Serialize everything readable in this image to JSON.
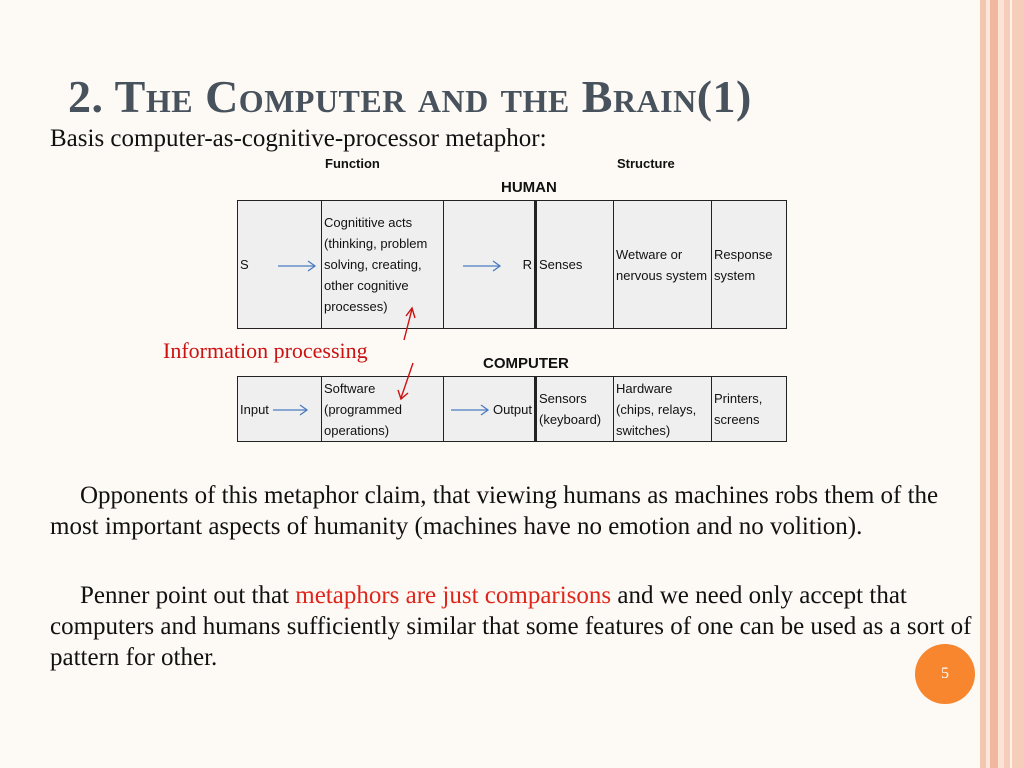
{
  "slide": {
    "title": "2. The Computer and the Brain(1)",
    "intro": "Basis computer-as-cognitive-processor metaphor:",
    "col_function": "Function",
    "col_structure": "Structure",
    "info_processing": "Information processing",
    "page_number": "5"
  },
  "human": {
    "heading": "HUMAN",
    "stimulus": "S",
    "function": "Cognititive acts (thinking, problem solving, creating, other cognitive processes)",
    "response": "R",
    "senses": "Senses",
    "structure": "Wetware or nervous system",
    "output_system": "Response system"
  },
  "computer": {
    "heading": "COMPUTER",
    "input": "Input",
    "function": "Software (programmed operations)",
    "output": "Output",
    "sensors": "Sensors (keyboard)",
    "structure": "Hardware (chips, relays, switches)",
    "output_system": "Printers, screens"
  },
  "paragraphs": {
    "p1": "Opponents of this metaphor claim, that viewing humans as machines robs them of the most important aspects of humanity (machines have no emotion and no volition).",
    "p2_before": "Penner point out that ",
    "p2_highlight": "metaphors are just comparisons",
    "p2_after": " and  we need only accept that computers and humans sufficiently similar that some features of one can be used as a sort of pattern for other."
  },
  "colors": {
    "title": "#47525d",
    "highlight": "#e0251b",
    "info_label": "#cc1111",
    "badge": "#f7862f",
    "arrow": "#4a7cc0"
  }
}
